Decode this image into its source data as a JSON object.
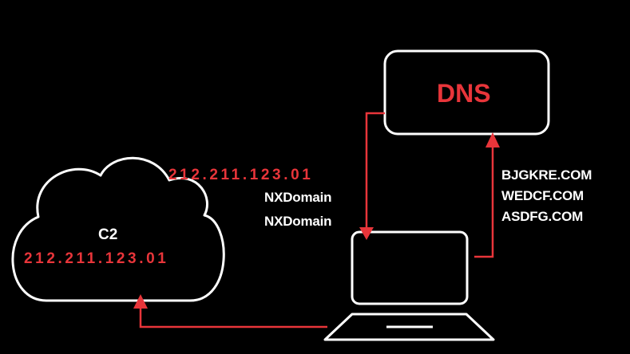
{
  "colors": {
    "background": "#000000",
    "outline": "#ffffff",
    "accent": "#e8353a"
  },
  "icons": {
    "cloud": "cloud-icon",
    "laptop": "laptop-icon",
    "server_box": "rounded-rectangle"
  },
  "dns": {
    "label": "DNS"
  },
  "c2": {
    "label": "C2",
    "ip": "212.211.123.01"
  },
  "responses": {
    "ip": "212.211.123.01",
    "items": [
      "NXDomain",
      "NXDomain"
    ]
  },
  "queries": {
    "items": [
      "BJGKRE.COM",
      "WEDCF.COM",
      "ASDFG.COM"
    ]
  }
}
